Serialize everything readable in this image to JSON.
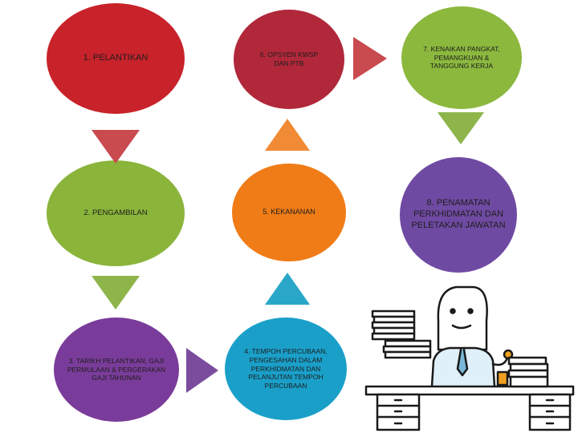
{
  "nodes": [
    {
      "id": "n1",
      "label": "1. PELANTIKAN"
    },
    {
      "id": "n2",
      "label": "2. PENGAMBILAN"
    },
    {
      "id": "n3",
      "label": "3. TARIKH PELANTIKAN, GAJI PERMULAAN & PERGERAKAN GAJI TAHUNAN"
    },
    {
      "id": "n4",
      "label": "4. TEMPOH PERCUBAAN, PENGESAHAN DALAM PERKHIDMATAN DAN PELANJUTAN TEMPOH PERCUBAAN"
    },
    {
      "id": "n5",
      "label": "5. KEKANANAN"
    },
    {
      "id": "n6",
      "label": "6. OPSYEN KWSP DAN PTB"
    },
    {
      "id": "n7",
      "label": "7. KENAIKAN PANGKAT, PEMANGKUAN & TANGGUNG KERJA"
    },
    {
      "id": "n8",
      "label": "8. PENAMATAN PERKHIDMATAN DAN PELETAKAN JAWATAN"
    }
  ],
  "colors": {
    "n1": "#c8222a",
    "n2": "#8ab43a",
    "n3": "#7a3c9a",
    "n4": "#1a9fc9",
    "n5": "#f07c17",
    "n6": "#b0283a",
    "n7": "#8cb83e",
    "n8": "#6f4aa2",
    "arrow_red": "#c94a4f",
    "arrow_green": "#8db54a",
    "arrow_purple": "#7b4c9e",
    "arrow_blue": "#2aa7c8",
    "arrow_orange": "#f08a34"
  },
  "illustration": {
    "icon": "office-worker-at-desk-icon"
  }
}
